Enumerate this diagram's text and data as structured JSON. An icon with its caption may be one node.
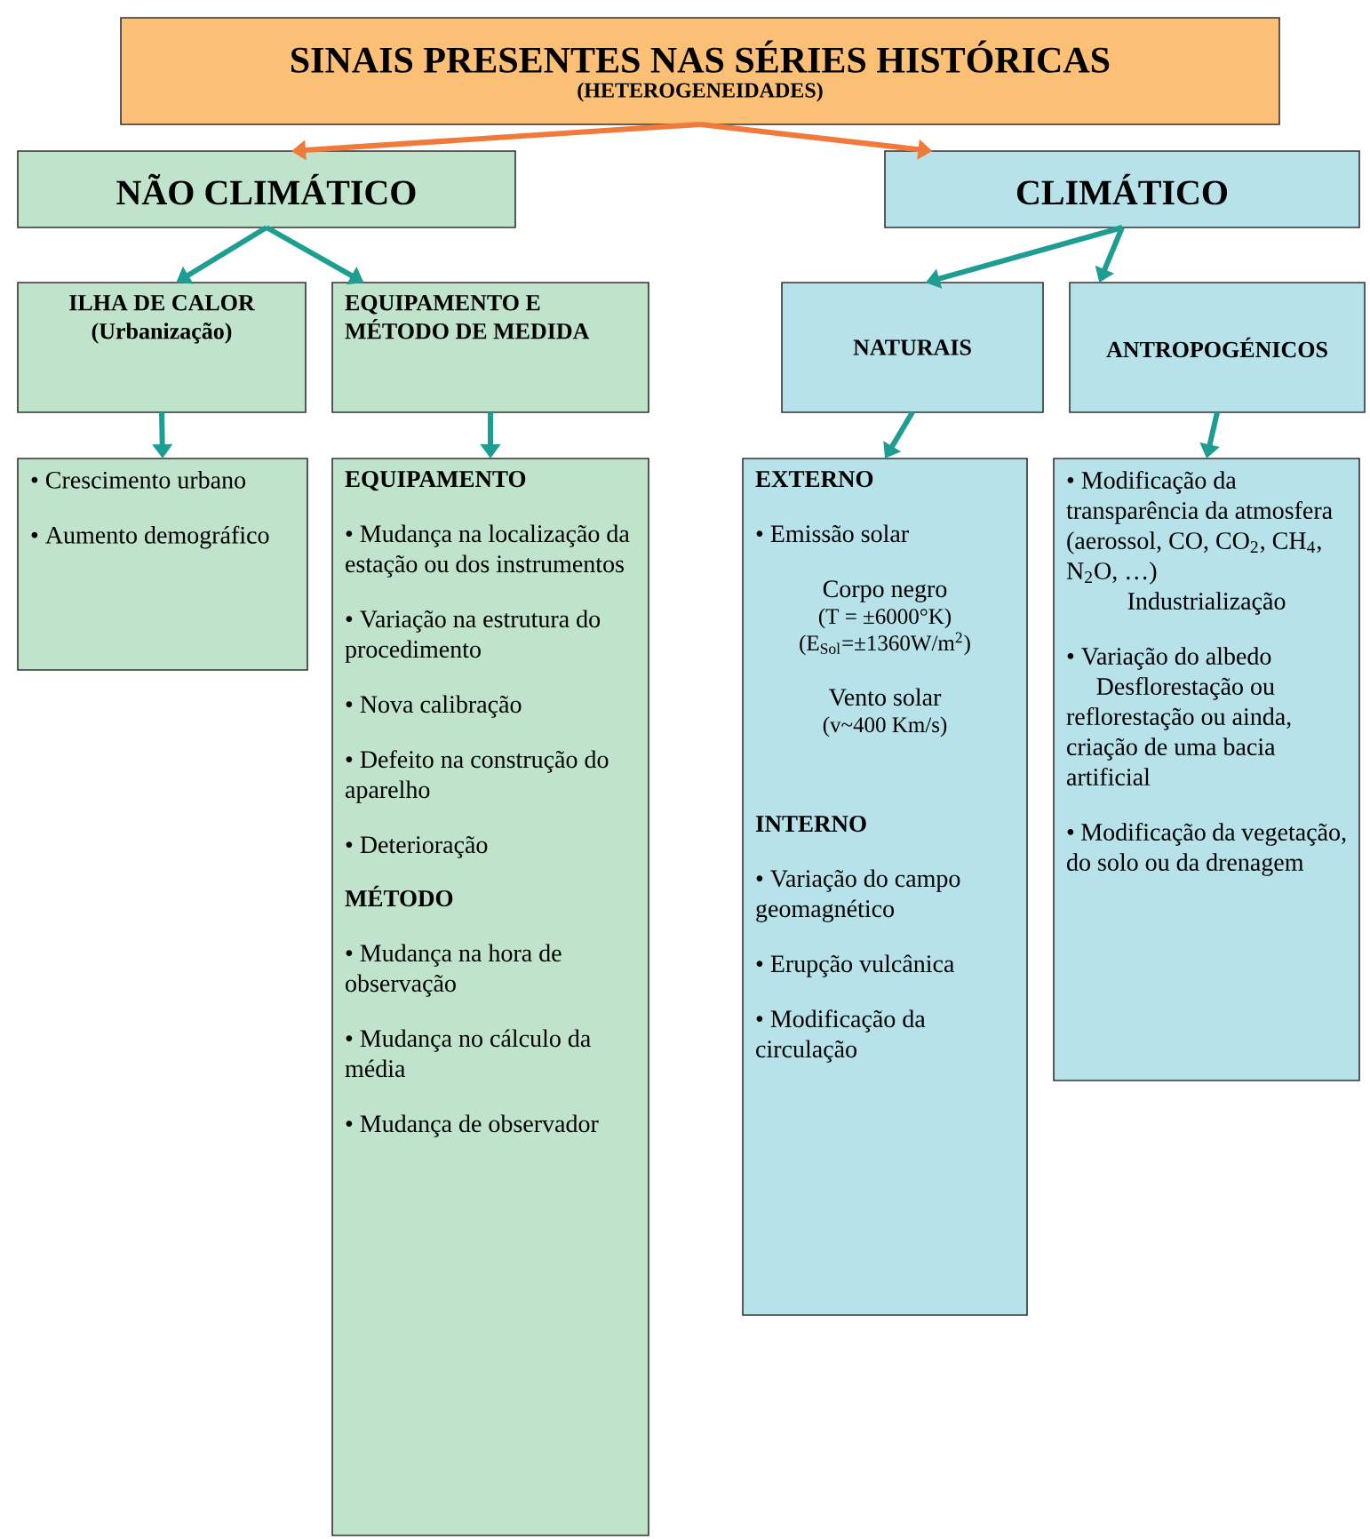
{
  "diagram": {
    "nodes": [
      {
        "text": [
          "SINAIS PRESENTES NAS SÉRIES HISTÓRICAS",
          "(HETEROGENEIDADES)"
        ]
      },
      {
        "text": [
          "NÃO CLIMÁTICO"
        ]
      },
      {
        "text": [
          "CLIMÁTICO"
        ]
      },
      {
        "text": [
          "ILHA DE CALOR (Urbanização)"
        ]
      },
      {
        "text": [
          "EQUIPAMENTO E MÉTODO DE MEDIDA"
        ]
      },
      {
        "text": [
          "NATURAIS"
        ]
      },
      {
        "text": [
          "ANTROPOGÉNICOS"
        ]
      },
      {
        "text": [
          "• Crescimento urbano",
          "• Aumento demográfico"
        ]
      },
      {
        "text": [
          "EQUIPAMENTO",
          "• Mudança na localização da estação ou dos instrumentos",
          "• Variação na estrutura do procedimento",
          "• Nova calibração",
          "• Defeito na construção do aparelho",
          "• Deterioração",
          "MÉTODO",
          "• Mudança na hora de observação",
          "• Mudança no cálculo da média",
          "• Mudança de observador"
        ]
      },
      {
        "text": [
          "EXTERNO",
          "• Emissão solar",
          "Corpo negro",
          "(T = ±6000°K)",
          "(E$_{Sol}$=±1360W/m$^{2}$)",
          "Vento solar",
          "(v~400 Km/s)",
          "INTERNO",
          "• Variação do campo geomagnético",
          "• Erupção vulcânica",
          "• Modificação da circulação"
        ]
      },
      {
        "text": [
          "• Modificação da transparência da atmosfera (aerossol, CO, CO$_{2}$, CH$_{4}$, N$_{2}$O, …)",
          "Industrialização",
          "• Variação do albedo",
          "Desflorestação ou reflorestação ou ainda, criação de uma bacia artificial",
          "• Modificação da vegetação, do solo ou da drenagem"
        ]
      }
    ],
    "edges": [
      {
        "from": 0,
        "to": 1,
        "arrow": "to",
        "color": "#f07a3c"
      },
      {
        "from": 0,
        "to": 2,
        "arrow": "to",
        "color": "#f07a3c"
      },
      {
        "from": 1,
        "to": 3,
        "arrow": "to"
      },
      {
        "from": 1,
        "to": 4,
        "arrow": "to"
      },
      {
        "from": 2,
        "to": 5,
        "arrow": "to"
      },
      {
        "from": 2,
        "to": 6,
        "arrow": "to"
      },
      {
        "from": 3,
        "to": 7,
        "arrow": "to"
      },
      {
        "from": 4,
        "to": 8,
        "arrow": "to"
      },
      {
        "from": 5,
        "to": 9,
        "arrow": "to"
      },
      {
        "from": 6,
        "to": 10,
        "arrow": "to"
      }
    ]
  }
}
